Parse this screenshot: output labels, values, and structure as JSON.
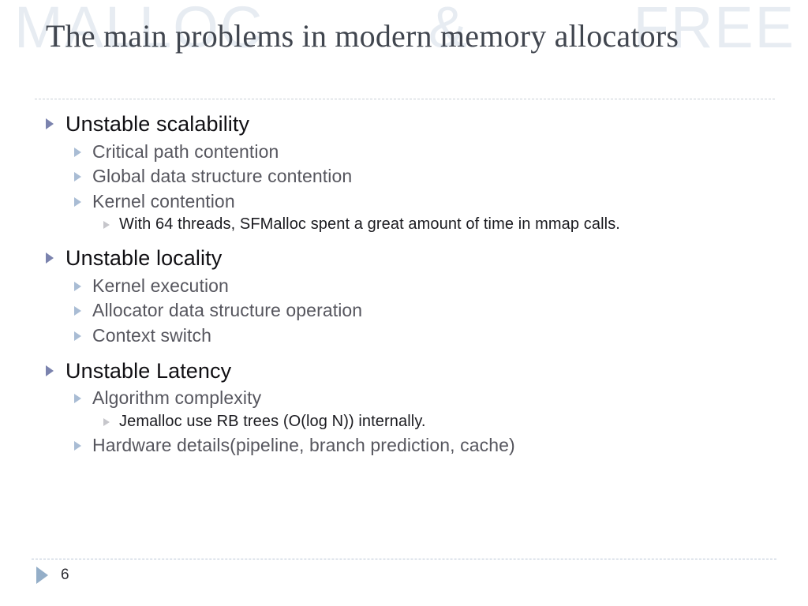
{
  "slide": {
    "watermark": {
      "left": "MALLOC",
      "amp": "&",
      "right": "FREE"
    },
    "title": "The main problems in modern memory allocators",
    "page_number": "6",
    "colors": {
      "title_text": "#41464f",
      "watermark": "#e7ecf2",
      "bullet_level1": "#7b83ae",
      "bullet_level2": "#a9bcd4",
      "bullet_level3": "#c6c6cb",
      "footer_bullet": "#94aec8",
      "rule": "#c9cfd6"
    },
    "outline": [
      {
        "level": 1,
        "text": "Unstable scalability",
        "bullet": "triangle-right-icon"
      },
      {
        "level": 2,
        "text": "Critical path contention",
        "bullet": "triangle-right-icon"
      },
      {
        "level": 2,
        "text": "Global data structure contention",
        "bullet": "triangle-right-icon"
      },
      {
        "level": 2,
        "text": "Kernel contention",
        "bullet": "triangle-right-icon"
      },
      {
        "level": 3,
        "text": "With 64 threads, SFMalloc spent a great amount of time in mmap calls.",
        "bullet": "triangle-right-icon"
      },
      {
        "level": 1,
        "text": "Unstable locality",
        "bullet": "triangle-right-icon"
      },
      {
        "level": 2,
        "text": "Kernel execution",
        "bullet": "triangle-right-icon"
      },
      {
        "level": 2,
        "text": "Allocator data structure operation",
        "bullet": "triangle-right-icon"
      },
      {
        "level": 2,
        "text": "Context switch",
        "bullet": "triangle-right-icon"
      },
      {
        "level": 1,
        "text": "Unstable Latency",
        "bullet": "triangle-right-icon"
      },
      {
        "level": 2,
        "text": "Algorithm complexity",
        "bullet": "triangle-right-icon"
      },
      {
        "level": 3,
        "text": "Jemalloc use RB trees (O(log N)) internally.",
        "bullet": "triangle-right-icon"
      },
      {
        "level": 2,
        "text": "Hardware details(pipeline, branch prediction, cache)",
        "bullet": "triangle-right-icon"
      }
    ]
  }
}
